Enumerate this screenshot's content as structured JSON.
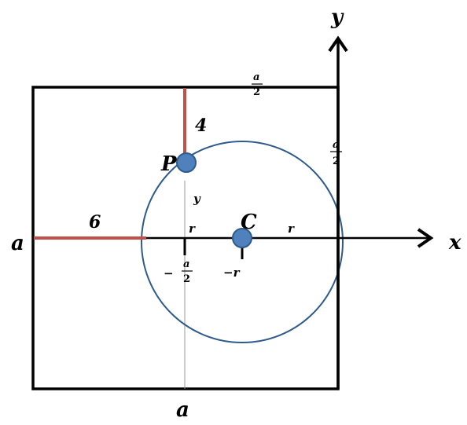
{
  "colors": {
    "frame": "#000000",
    "red_segment": "#c0504d",
    "circle_stroke": "#2f5b8c",
    "point_fill": "#4f81bd",
    "point_stroke": "#2f5b8c",
    "thin_line": "#999999"
  },
  "labels": {
    "y_axis": "y",
    "x_axis": "x",
    "left_side": "a",
    "bottom_side": "a",
    "top_half_num": "a",
    "top_half_den": "2",
    "right_half_num": "a",
    "right_half_den": "2",
    "neg_half_sign": "−",
    "neg_half_num": "a",
    "neg_half_den": "2",
    "neg_r": "−r",
    "dist_six": "6",
    "dist_four": "4",
    "point_p": "P",
    "point_c": "C",
    "y_seg": "y",
    "r_left": "r",
    "r_right": "r"
  }
}
